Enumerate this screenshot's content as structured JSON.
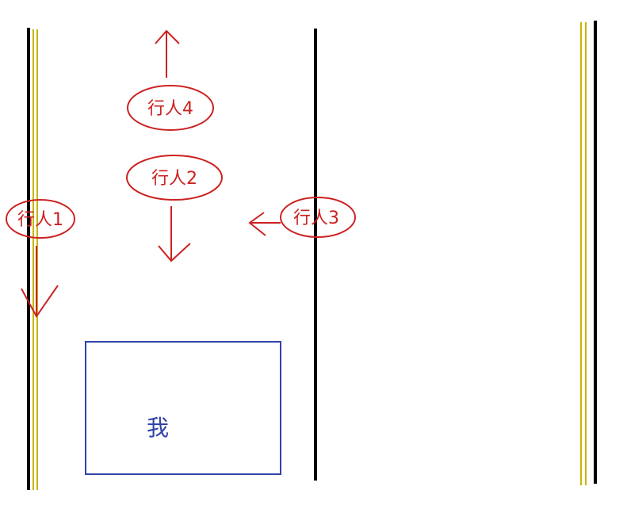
{
  "labels": {
    "pedestrian_1": "行人1",
    "pedestrian_2": "行人2",
    "pedestrian_3": "行人3",
    "pedestrian_4": "行人4",
    "me": "我"
  },
  "colors": {
    "road_edge": "#000000",
    "center_line": "#c8b400",
    "pedestrian": "#cc2222",
    "me_box": "#2f43a8",
    "background": "#ffffff"
  }
}
